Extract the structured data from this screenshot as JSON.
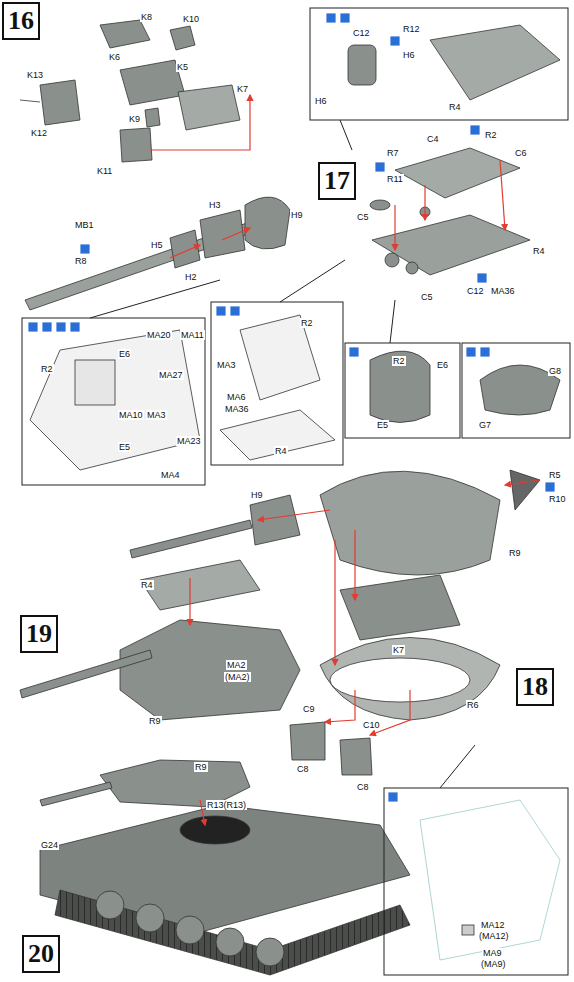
{
  "diagram": {
    "nodes": [
      {
        "text": [
          "16"
        ]
      },
      {
        "text": [
          "17"
        ]
      },
      {
        "text": [
          "19"
        ]
      },
      {
        "text": [
          "18"
        ]
      },
      {
        "text": [
          "20"
        ]
      }
    ],
    "labels": [
      "K8",
      "K10",
      "K6",
      "K13",
      "K5",
      "K7",
      "K12",
      "K9",
      "K11",
      "H5",
      "H3",
      "H9",
      "H2",
      "MB1",
      "R8",
      "C12",
      "R12",
      "H6",
      "H6",
      "R4",
      "R7",
      "R11",
      "C4",
      "R2",
      "C6",
      "C5",
      "C12",
      "MA36",
      "C5",
      "R4",
      "R2",
      "E6",
      "MA20",
      "MA11",
      "MA27",
      "MA10",
      "MA3",
      "E5",
      "MA23",
      "MA4",
      "R2",
      "MA3",
      "MA6",
      "MA36",
      "R4",
      "R2",
      "E6",
      "E5",
      "G8",
      "G7",
      "R5",
      "R10",
      "R9",
      "H9",
      "R4",
      "K7",
      "R6",
      "C9",
      "C10",
      "C8",
      "C8",
      "MA2",
      "(MA2)",
      "R9",
      "R9",
      "R13(R13)",
      "G24",
      "MA12",
      "(MA12)",
      "MA9",
      "(MA9)"
    ]
  }
}
